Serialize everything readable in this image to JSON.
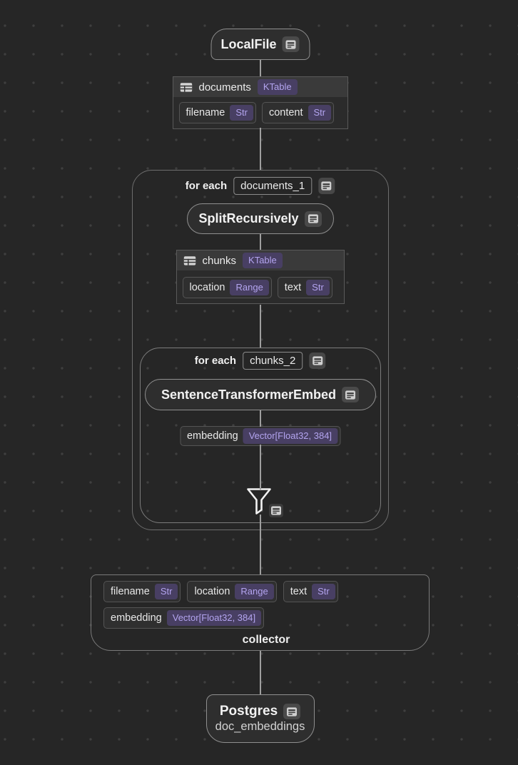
{
  "diagram": {
    "source_node": {
      "title": "LocalFile"
    },
    "documents_table": {
      "name": "documents",
      "kind": "KTable",
      "fields": [
        {
          "name": "filename",
          "type": "Str"
        },
        {
          "name": "content",
          "type": "Str"
        }
      ]
    },
    "outer_loop": {
      "keyword": "for each",
      "scope": "documents_1"
    },
    "split_node": {
      "title": "SplitRecursively"
    },
    "chunks_table": {
      "name": "chunks",
      "kind": "KTable",
      "fields": [
        {
          "name": "location",
          "type": "Range"
        },
        {
          "name": "text",
          "type": "Str"
        }
      ]
    },
    "inner_loop": {
      "keyword": "for each",
      "scope": "chunks_2"
    },
    "embed_node": {
      "title": "SentenceTransformerEmbed"
    },
    "embedding_field": {
      "name": "embedding",
      "type": "Vector[Float32, 384]"
    },
    "collector": {
      "label": "collector",
      "fields": [
        {
          "name": "filename",
          "type": "Str"
        },
        {
          "name": "location",
          "type": "Range"
        },
        {
          "name": "text",
          "type": "Str"
        },
        {
          "name": "embedding",
          "type": "Vector[Float32, 384]"
        }
      ]
    },
    "target_node": {
      "title": "Postgres",
      "subtitle": "doc_embeddings"
    }
  },
  "icons": {
    "detail": "document-icon",
    "table": "table-icon",
    "collect": "funnel-icon"
  },
  "colors": {
    "background": "#262626",
    "grid_dot": "#3f3f3f",
    "badge_bg": "#483f63",
    "badge_text": "#b3a4ef",
    "node_border": "#8f8f8f",
    "group_border": "#757575",
    "connector": "#9f9f9f"
  }
}
